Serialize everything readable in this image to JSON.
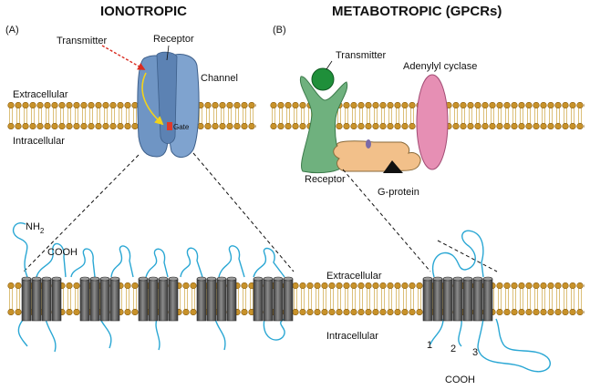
{
  "panels": {
    "a": {
      "title": "IONOTROPIC",
      "tag": "(A)",
      "transmitter": "Transmitter",
      "receptor": "Receptor",
      "channel": "Channel",
      "gate": "Gate",
      "extracellular": "Extracellular",
      "intracellular": "Intracellular"
    },
    "b": {
      "title": "METABOTROPIC (GPCRs)",
      "tag": "(B)",
      "transmitter": "Transmitter",
      "adenylyl_cyclase": "Adenylyl cyclase",
      "receptor": "Receptor",
      "g_protein": "G-protein"
    }
  },
  "detail": {
    "nh2": "NH",
    "nh2_sub": "2",
    "cooh_top": "COOH",
    "extracellular": "Extracellular",
    "intracellular": "Intracellular",
    "helix_numbers": [
      "1",
      "2",
      "3"
    ],
    "cooh_bottom": "COOH"
  },
  "colors": {
    "lipid_head": "#c8922a",
    "lipid_tail": "#dcc07a",
    "ion_channel": "#6f95c4",
    "gpcr_receptor": "#6fb17e",
    "transmitter": "#1f8f3a",
    "g_protein": "#f2c08a",
    "adenylyl_cyclase": "#e68fb4",
    "helix": "#6b6b6b",
    "loop": "#2aa7d4",
    "signal_arrow": "#f2d21b",
    "transmitter_arrow": "#d92b1f"
  }
}
